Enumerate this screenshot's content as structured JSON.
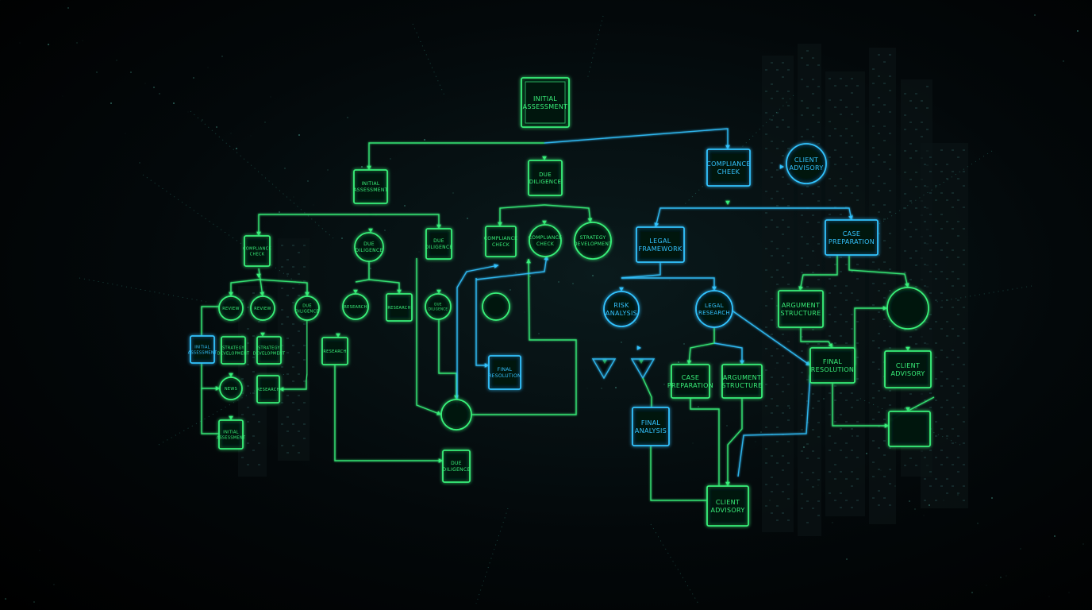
{
  "theme": {
    "green": "#39f07a",
    "cyan": "#33c3ff",
    "background": "#020405"
  },
  "diagram": {
    "nodes": [
      {
        "id": "n1",
        "shape": "rect",
        "color": "green",
        "label": [
          "INITIAL",
          "ASSESSMENT"
        ],
        "fs": 8
      },
      {
        "id": "n2",
        "shape": "rect",
        "color": "green",
        "label": [
          "INITIAL",
          "ASSESSMENT"
        ],
        "fs": 6
      },
      {
        "id": "n3",
        "shape": "rect",
        "color": "green",
        "label": [
          "DUE",
          "DILIGENCE"
        ],
        "fs": 7
      },
      {
        "id": "n4",
        "shape": "rect",
        "color": "cyan",
        "label": [
          "COMPLIANCE",
          "CHEEK"
        ],
        "fs": 8
      },
      {
        "id": "n5",
        "shape": "circle",
        "color": "cyan",
        "label": [
          "CLIENT",
          "ADVISORY"
        ],
        "fs": 8
      },
      {
        "id": "n6",
        "shape": "rect",
        "color": "green",
        "label": [
          "COMPLIANCE",
          "CHECK"
        ],
        "fs": 5
      },
      {
        "id": "n7",
        "shape": "circle",
        "color": "green",
        "label": [
          "DUE",
          "DILIGENCE"
        ],
        "fs": 6
      },
      {
        "id": "n8",
        "shape": "rect",
        "color": "green",
        "label": [
          "DUE",
          "DILIGENCE"
        ],
        "fs": 6
      },
      {
        "id": "n9",
        "shape": "rect",
        "color": "green",
        "label": [
          "COMPLIANCE",
          "CHECK"
        ],
        "fs": 6
      },
      {
        "id": "n10",
        "shape": "circle",
        "color": "green",
        "label": [
          "COMPLIANCE",
          "CHECK"
        ],
        "fs": 6
      },
      {
        "id": "n11",
        "shape": "circle",
        "color": "green",
        "label": [
          "STRATEGY",
          "DEVELOPMENT"
        ],
        "fs": 6
      },
      {
        "id": "n12",
        "shape": "rect",
        "color": "cyan",
        "label": [
          "LEGAL",
          "FRAMEWORK"
        ],
        "fs": 8
      },
      {
        "id": "n13",
        "shape": "rect",
        "color": "cyan",
        "label": [
          "CASE",
          "PREPARATION"
        ],
        "fs": 8
      },
      {
        "id": "n14",
        "shape": "circle",
        "color": "green",
        "label": [
          "REVIEW"
        ],
        "fs": 5
      },
      {
        "id": "n15",
        "shape": "circle",
        "color": "green",
        "label": [
          "REVIEW"
        ],
        "fs": 5
      },
      {
        "id": "n16",
        "shape": "circle",
        "color": "green",
        "label": [
          "DUE",
          "DILIGENCE"
        ],
        "fs": 5
      },
      {
        "id": "n17",
        "shape": "circle",
        "color": "green",
        "label": [
          "RESEARCH"
        ],
        "fs": 5
      },
      {
        "id": "n18",
        "shape": "rect",
        "color": "green",
        "label": [
          "RESEARCH"
        ],
        "fs": 5
      },
      {
        "id": "n19",
        "shape": "circle",
        "color": "green",
        "label": [
          "DUE",
          "DILIGENCE"
        ],
        "fs": 4
      },
      {
        "id": "n20",
        "shape": "circle",
        "color": "green",
        "label": [],
        "fs": 5
      },
      {
        "id": "n21",
        "shape": "circle",
        "color": "cyan",
        "label": [
          "RISK",
          "ANALYSIS"
        ],
        "fs": 8
      },
      {
        "id": "n22",
        "shape": "circle",
        "color": "cyan",
        "label": [
          "LEGAL",
          "RESEARCH"
        ],
        "fs": 7
      },
      {
        "id": "n23",
        "shape": "rect",
        "color": "cyan",
        "label": [
          "INITIAL",
          "ASSESSMENT"
        ],
        "fs": 5
      },
      {
        "id": "n24",
        "shape": "rect",
        "color": "green",
        "label": [
          "STRATEGY",
          "DEVELOPMENT"
        ],
        "fs": 5
      },
      {
        "id": "n25",
        "shape": "rect",
        "color": "green",
        "label": [
          "STRATEGY",
          "DEVELOPMENT"
        ],
        "fs": 5
      },
      {
        "id": "n26",
        "shape": "rect",
        "color": "green",
        "label": [
          "RESEARCH"
        ],
        "fs": 5
      },
      {
        "id": "n27",
        "shape": "rect",
        "color": "cyan",
        "label": [
          "FINAL",
          "RESOLUTION"
        ],
        "fs": 6
      },
      {
        "id": "n28",
        "shape": "rect",
        "color": "green",
        "label": [
          "ARGUMENT",
          "STRUCTURE"
        ],
        "fs": 8
      },
      {
        "id": "n29",
        "shape": "circle",
        "color": "green",
        "label": [],
        "fs": 5
      },
      {
        "id": "n30",
        "shape": "circle",
        "color": "green",
        "label": [
          "NEWS"
        ],
        "fs": 5
      },
      {
        "id": "n31",
        "shape": "rect",
        "color": "green",
        "label": [
          "RESEARCH"
        ],
        "fs": 5
      },
      {
        "id": "n32",
        "shape": "rect",
        "color": "green",
        "label": [
          "CASE",
          "PREPARATION"
        ],
        "fs": 8
      },
      {
        "id": "n33",
        "shape": "rect",
        "color": "green",
        "label": [
          "ARGUMENT",
          "STRUCTURE"
        ],
        "fs": 8
      },
      {
        "id": "n34",
        "shape": "rect",
        "color": "green",
        "label": [
          "FINAL",
          "RESOLUTION"
        ],
        "fs": 8
      },
      {
        "id": "n35",
        "shape": "rect",
        "color": "green",
        "label": [
          "CLIENT",
          "ADVISORY"
        ],
        "fs": 8
      },
      {
        "id": "n36",
        "shape": "circle",
        "color": "green",
        "label": [],
        "fs": 5
      },
      {
        "id": "n37",
        "shape": "rect",
        "color": "cyan",
        "label": [
          "FINAL",
          "ANALYSIS"
        ],
        "fs": 8
      },
      {
        "id": "n38",
        "shape": "rect",
        "color": "green",
        "label": [
          "INITIAL",
          "ASSESSMENT"
        ],
        "fs": 5
      },
      {
        "id": "n39",
        "shape": "rect",
        "color": "green",
        "label": [
          "DUE",
          "DILIGENCE"
        ],
        "fs": 6
      },
      {
        "id": "n40",
        "shape": "rect",
        "color": "green",
        "label": [
          "CLIENT",
          "ADVISORY"
        ],
        "fs": 8
      },
      {
        "id": "n41",
        "shape": "rect",
        "color": "green",
        "label": [],
        "fs": 5
      }
    ],
    "edges": [
      {
        "c": "green",
        "arrow": true
      },
      {
        "c": "green",
        "arrow": true
      },
      {
        "c": "cyan",
        "arrow": true
      },
      {
        "c": "cyan",
        "arrow": true
      },
      {
        "c": "green",
        "arrow": true
      },
      {
        "c": "green",
        "arrow": true
      },
      {
        "c": "green",
        "arrow": true
      },
      {
        "c": "green",
        "arrow": true
      },
      {
        "c": "green",
        "arrow": true
      },
      {
        "c": "green",
        "arrow": true
      },
      {
        "c": "green",
        "arrow": true
      },
      {
        "c": "cyan",
        "arrow": true
      },
      {
        "c": "cyan",
        "arrow": true
      },
      {
        "c": "green",
        "arrow": true
      },
      {
        "c": "green",
        "arrow": true
      },
      {
        "c": "green",
        "arrow": true
      },
      {
        "c": "green",
        "arrow": true
      },
      {
        "c": "green",
        "arrow": false
      },
      {
        "c": "green",
        "arrow": true
      },
      {
        "c": "green",
        "arrow": true
      },
      {
        "c": "cyan",
        "arrow": false
      },
      {
        "c": "cyan",
        "arrow": true
      },
      {
        "c": "green",
        "arrow": true
      },
      {
        "c": "green",
        "arrow": false
      },
      {
        "c": "green",
        "arrow": false
      },
      {
        "c": "green",
        "arrow": true
      },
      {
        "c": "green",
        "arrow": false
      },
      {
        "c": "green",
        "arrow": true
      },
      {
        "c": "green",
        "arrow": true
      },
      {
        "c": "green",
        "arrow": true
      },
      {
        "c": "green",
        "arrow": true
      },
      {
        "c": "green",
        "arrow": false
      },
      {
        "c": "green",
        "arrow": true
      },
      {
        "c": "green",
        "arrow": true
      },
      {
        "c": "green",
        "arrow": true
      },
      {
        "c": "green",
        "arrow": true
      },
      {
        "c": "green",
        "arrow": true
      },
      {
        "c": "cyan",
        "arrow": true
      },
      {
        "c": "cyan",
        "arrow": true
      },
      {
        "c": "cyan",
        "arrow": true
      },
      {
        "c": "cyan",
        "arrow": true
      },
      {
        "c": "green",
        "arrow": false
      },
      {
        "c": "cyan",
        "arrow": true
      },
      {
        "c": "green",
        "arrow": true
      },
      {
        "c": "green",
        "arrow": true
      },
      {
        "c": "cyan",
        "arrow": false
      },
      {
        "c": "cyan",
        "arrow": false
      },
      {
        "c": "cyan",
        "arrow": false
      },
      {
        "c": "green",
        "arrow": false
      },
      {
        "c": "green",
        "arrow": false
      },
      {
        "c": "green",
        "arrow": true
      },
      {
        "c": "cyan",
        "arrow": true
      },
      {
        "c": "green",
        "arrow": false
      },
      {
        "c": "green",
        "arrow": true
      },
      {
        "c": "green",
        "arrow": true
      },
      {
        "c": "green",
        "arrow": true
      },
      {
        "c": "green",
        "arrow": true
      },
      {
        "c": "green",
        "arrow": true
      },
      {
        "c": "green",
        "arrow": true
      },
      {
        "c": "green",
        "arrow": true
      },
      {
        "c": "green",
        "arrow": true
      },
      {
        "c": "cyan",
        "arrow": false
      },
      {
        "c": "cyan",
        "arrow": true
      },
      {
        "c": "cyan",
        "arrow": false
      },
      {
        "c": "green",
        "arrow": false
      },
      {
        "c": "green",
        "arrow": true
      }
    ]
  }
}
